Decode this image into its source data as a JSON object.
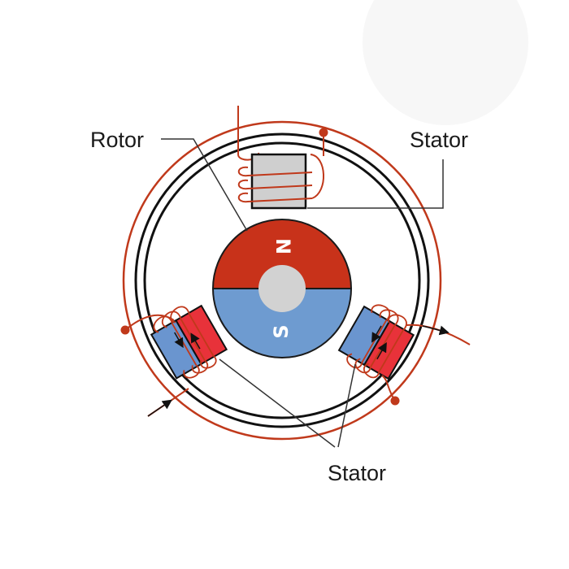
{
  "labels": {
    "rotor": "Rotor",
    "stator_top": "Stator",
    "stator_bottom": "Stator"
  },
  "rotor": {
    "north_label": "N",
    "south_label": "S"
  },
  "colors": {
    "north": "#c8321a",
    "south": "#6e9bd0",
    "shaft": "#d2d2d2",
    "wire": "#c0391b",
    "ring": "#111111",
    "top_stator_core": "#cfcfcf",
    "stator_red": "#e8323a",
    "stator_blue": "#6a95cf",
    "leader": "#333333"
  }
}
